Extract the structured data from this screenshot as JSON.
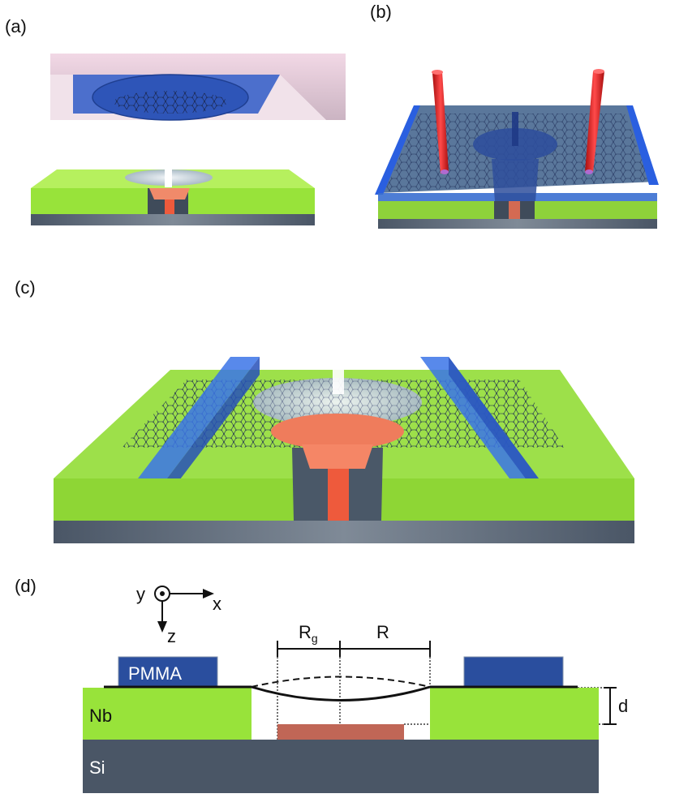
{
  "panels": {
    "a": "(a)",
    "b": "(b)",
    "c": "(c)",
    "d": "(d)"
  },
  "cross_section": {
    "axis_y": "y",
    "axis_x": "x",
    "axis_z": "z",
    "radius_g_main": "R",
    "radius_g_sub": "g",
    "radius": "R",
    "thickness": "d",
    "pmma": "PMMA",
    "nb": "Nb",
    "si": "Si"
  },
  "colors": {
    "nb_green": "#98e33a",
    "si_gray": "#4a5666",
    "pmma_blue": "#2a4e9e",
    "gate_copper": "#c56a5a",
    "lattice": "#1c2a55",
    "wire_red": "#e02020"
  }
}
